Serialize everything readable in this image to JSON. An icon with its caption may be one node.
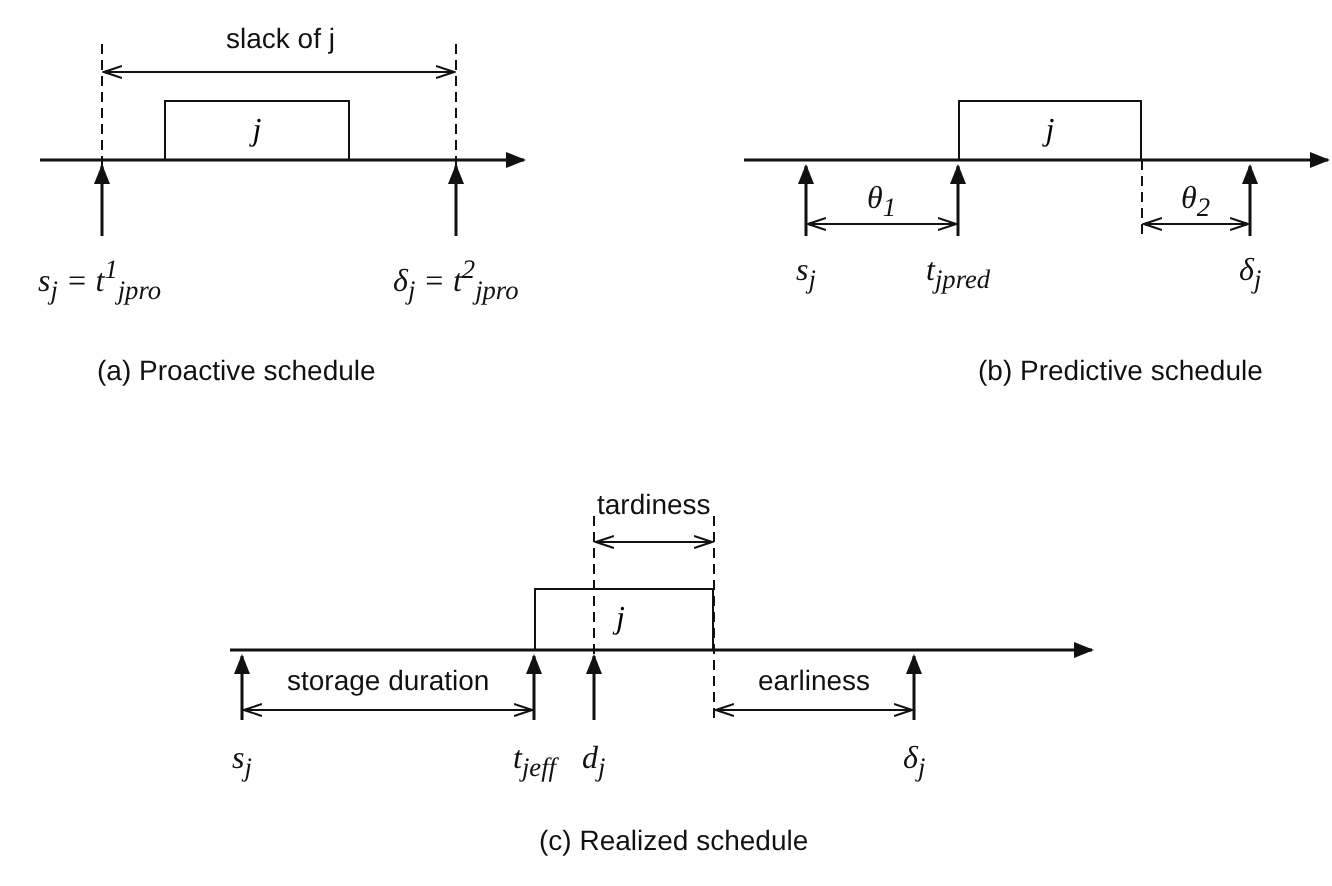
{
  "diagram": {
    "nodes": [
      {
        "text": [
          "j"
        ]
      },
      {
        "text": [
          "j"
        ]
      },
      {
        "text": [
          "j"
        ]
      }
    ],
    "edges": [],
    "labels": [
      "slack of j",
      "s$_{j}$ = t$^{1}$$_{jpro}$",
      "δ$_{j}$ = t$^{2}$$_{jpro}$",
      "(a) Proactive schedule",
      "θ$_{1}$",
      "θ$_{2}$",
      "s$_{j}$",
      "t$_{jpred}$",
      "δ$_{j}$",
      "(b) Predictive schedule",
      "tardiness",
      "storage duration",
      "earliness",
      "s$_{j}$",
      "t$_{jeff}$",
      "d$_{j}$",
      "δ$_{j}$",
      "(c) Realized schedule"
    ]
  }
}
